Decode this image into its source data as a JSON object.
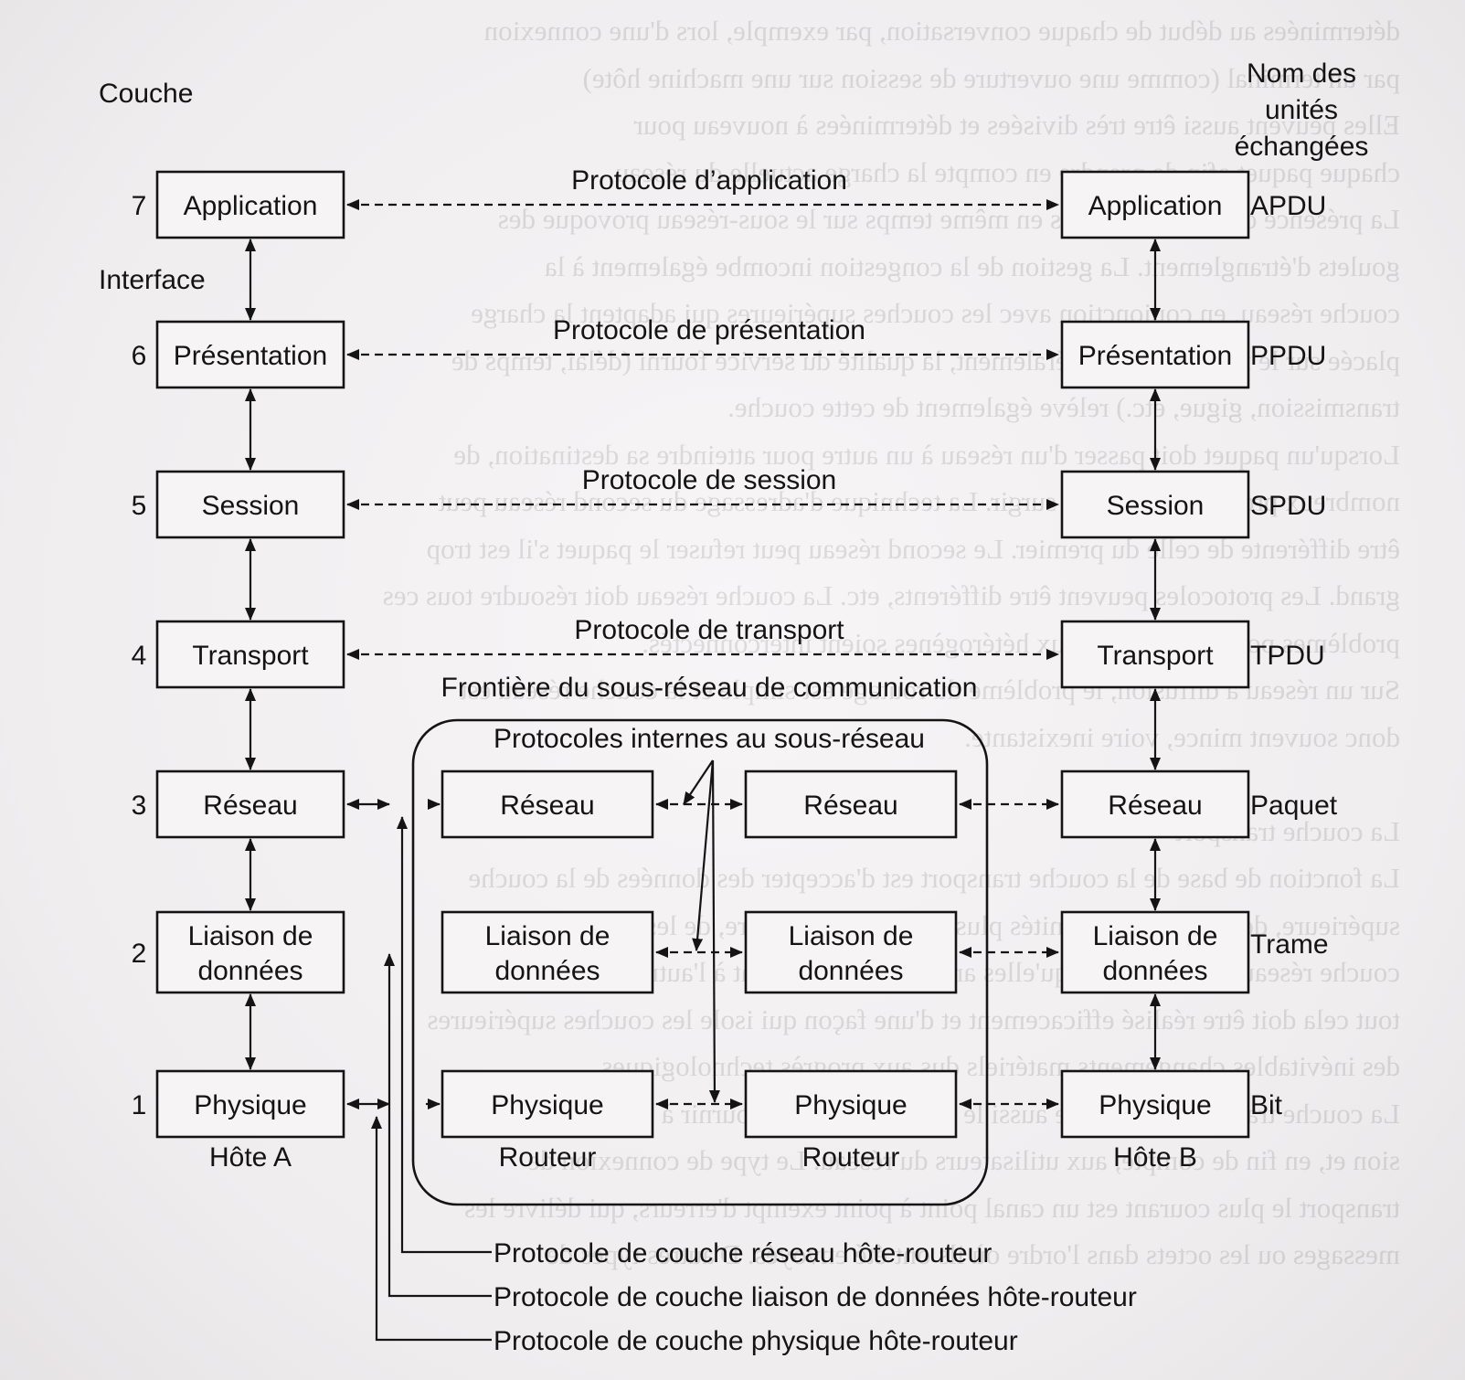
{
  "headers": {
    "layer": "Couche",
    "units": [
      "Nom des",
      "unités",
      "échangées"
    ]
  },
  "layers": [
    {
      "num": "7",
      "name": [
        "Application"
      ],
      "protocol": "Protocole d’application",
      "pdu": "APDU"
    },
    {
      "num": "6",
      "name": [
        "Présentation"
      ],
      "protocol": "Protocole de présentation",
      "pdu": "PPDU"
    },
    {
      "num": "5",
      "name": [
        "Session"
      ],
      "protocol": "Protocole de session",
      "pdu": "SPDU"
    },
    {
      "num": "4",
      "name": [
        "Transport"
      ],
      "protocol": "Protocole de transport",
      "pdu": "TPDU"
    },
    {
      "num": "3",
      "name": [
        "Réseau"
      ],
      "pdu": "Paquet"
    },
    {
      "num": "2",
      "name": [
        "Liaison de",
        "données"
      ],
      "pdu": "Trame"
    },
    {
      "num": "1",
      "name": [
        "Physique"
      ],
      "pdu": "Bit"
    }
  ],
  "interface_label": "Interface",
  "subnet": {
    "boundary": "Frontière du sous-réseau de communication",
    "internal_protocols": "Protocoles internes au sous-réseau"
  },
  "hosts": {
    "a": "Hôte A",
    "b": "Hôte B"
  },
  "router_label": "Routeur",
  "bottom_protocols": [
    "Protocole de couche réseau hôte-routeur",
    "Protocole de couche liaison de données hôte-routeur",
    "Protocole de couche physique hôte-routeur"
  ]
}
